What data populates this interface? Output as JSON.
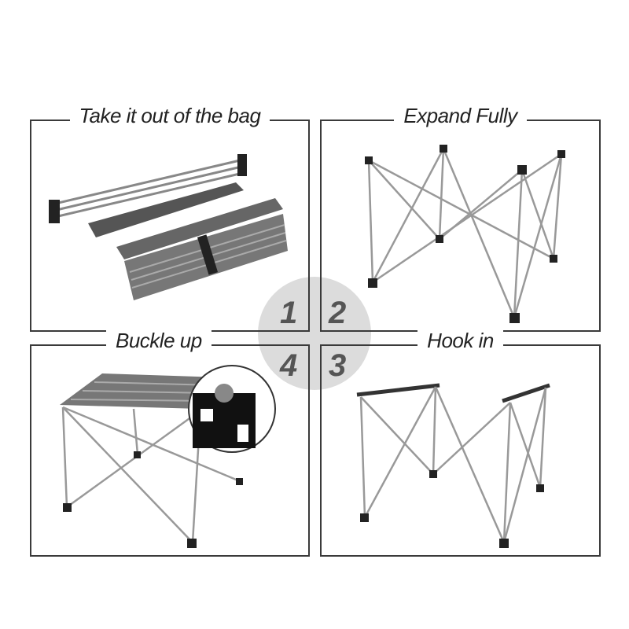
{
  "steps": [
    {
      "number": "1",
      "title": "Take it out of the bag"
    },
    {
      "number": "2",
      "title": "Expand Fully"
    },
    {
      "number": "3",
      "title": "Hook in"
    },
    {
      "number": "4",
      "title": "Buckle up"
    }
  ],
  "colors": {
    "border": "#3a3a3a",
    "circle": "#dcdcdc",
    "number": "#555555"
  }
}
